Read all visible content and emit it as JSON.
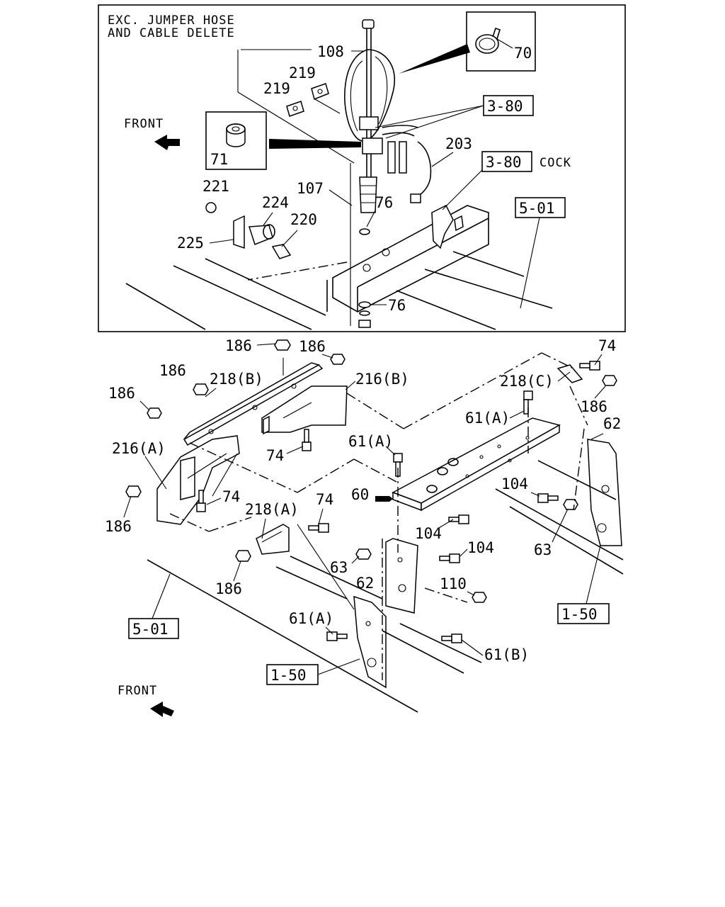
{
  "header_note": [
    "EXC. JUMPER HOSE",
    "AND CABLE DELETE"
  ],
  "front_label": "FRONT",
  "cock_label": "COCK",
  "refs": {
    "ref_3_80": "3-80",
    "ref_5_01": "5-01",
    "ref_1_50": "1-50"
  },
  "parts": {
    "p108": "108",
    "p70": "70",
    "p219": "219",
    "p71": "71",
    "p203": "203",
    "p221": "221",
    "p107": "107",
    "p224": "224",
    "p220": "220",
    "p225": "225",
    "p76": "76",
    "p186": "186",
    "p74": "74",
    "p218b": "218(B)",
    "p218c": "218(C)",
    "p218a": "218(A)",
    "p216b": "216(B)",
    "p216a": "216(A)",
    "p61a": "61(A)",
    "p61b": "61(B)",
    "p62": "62",
    "p60": "60",
    "p104": "104",
    "p63": "63",
    "p110": "110"
  }
}
